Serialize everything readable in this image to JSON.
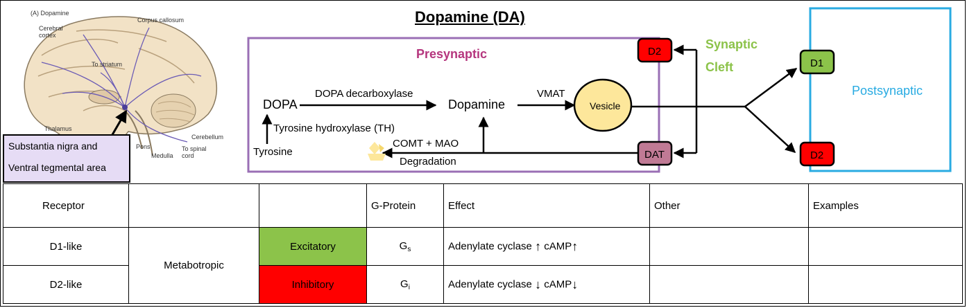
{
  "title": "Dopamine (DA)",
  "brain_figure": {
    "caption": "(A) Dopamine",
    "labels": {
      "corpus_callosum": "Corpus callosum",
      "cerebral_cortex_1": "Cerebral",
      "cerebral_cortex_2": "cortex",
      "to_striatum": "To striatum",
      "thalamus": "Thalamus",
      "pons": "Pons",
      "medulla": "Medulla",
      "cerebellum": "Cerebellum",
      "to_spinal_1": "To spinal",
      "to_spinal_2": "cord"
    }
  },
  "brain_region_box": {
    "line1": "Substantia nigra and",
    "line2": "Ventral tegmental area"
  },
  "presynaptic": {
    "label": "Presynaptic",
    "dopa": "DOPA",
    "tyrosine": "Tyrosine",
    "th": "Tyrosine hydroxylase (TH)",
    "ddc": "DOPA decarboxylase",
    "dopamine": "Dopamine",
    "vmat": "VMAT",
    "vesicle": "Vesicle",
    "comt_mao": "COMT + MAO",
    "degradation": "Degradation",
    "d2": "D2",
    "dat": "DAT"
  },
  "synaptic_cleft": {
    "line1": "Synaptic",
    "line2": "Cleft"
  },
  "postsynaptic": {
    "label": "Postsynaptic",
    "d1": "D1",
    "d2": "D2"
  },
  "colors": {
    "presynaptic_border": "#9a6fb5",
    "presynaptic_text": "#b5367e",
    "cleft_text": "#8cc34a",
    "postsynaptic_border": "#29abe2",
    "receptor_red": "#ff0000",
    "receptor_green": "#8cc34a",
    "dat_fill": "#c07a95",
    "vesicle_fill": "#fde79b",
    "excitatory": "#8cc34a",
    "inhibitory": "#ff0000"
  },
  "table": {
    "headers": [
      "Receptor",
      "",
      "",
      "G-Protein",
      "Effect",
      "Other",
      "Examples"
    ],
    "type": "Metabotropic",
    "rows": [
      {
        "receptor": "D1-like",
        "action": "Excitatory",
        "g_main": "G",
        "g_sub": "s",
        "effect_prefix": "Adenylate cyclase",
        "effect_camp": "cAMP",
        "arrow": "↑"
      },
      {
        "receptor": "D2-like",
        "action": "Inhibitory",
        "g_main": "G",
        "g_sub": "i",
        "effect_prefix": "Adenylate cyclase",
        "effect_camp": "cAMP",
        "arrow": "↓"
      }
    ]
  }
}
